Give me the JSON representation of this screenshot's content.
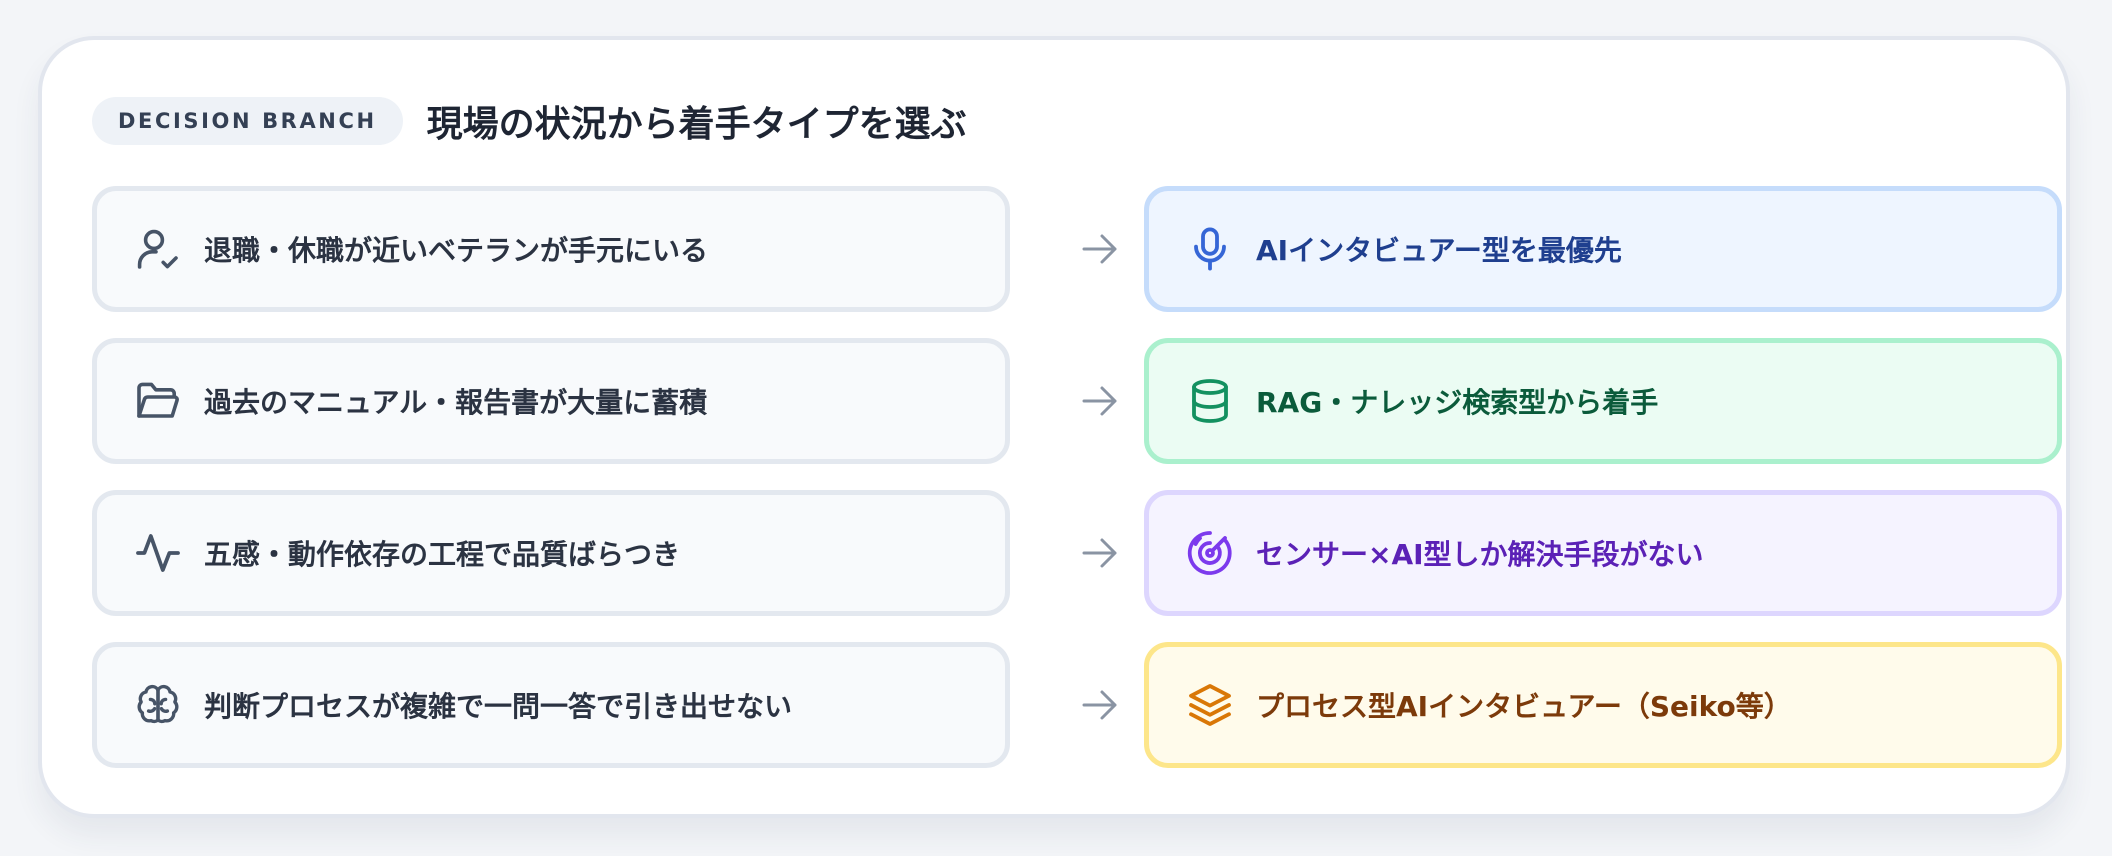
{
  "header": {
    "tag": "DECISION BRANCH",
    "title": "現場の状況から着手タイプを選ぶ"
  },
  "rows": [
    {
      "situation": "退職・休職が近いベテランが手元にいる",
      "situation_icon": "user-check-icon",
      "recommendation": "AIインタビュアー型を最優先",
      "recommendation_icon": "microphone-icon",
      "colors": {
        "bg": "#eef5ff",
        "border": "#c5dcfb",
        "text": "#1f3f8f",
        "icon": "#3566d6"
      }
    },
    {
      "situation": "過去のマニュアル・報告書が大量に蓄積",
      "situation_icon": "folder-open-icon",
      "recommendation": "RAG・ナレッジ検索型から着手",
      "recommendation_icon": "database-icon",
      "colors": {
        "bg": "#ebfcf3",
        "border": "#aaf0cd",
        "text": "#0b5b3b",
        "icon": "#139160"
      }
    },
    {
      "situation": "五感・動作依存の工程で品質ばらつき",
      "situation_icon": "activity-pulse-icon",
      "recommendation": "センサー×AI型しか解決手段がない",
      "recommendation_icon": "radar-icon",
      "colors": {
        "bg": "#f5f3ff",
        "border": "#ddd6fe",
        "text": "#5b21b6",
        "icon": "#7c3aed"
      }
    },
    {
      "situation": "判断プロセスが複雑で一問一答で引き出せない",
      "situation_icon": "brain-icon",
      "recommendation": "プロセス型AIインタビュアー（Seiko等）",
      "recommendation_icon": "layers-icon",
      "colors": {
        "bg": "#fffbeb",
        "border": "#fde68a",
        "text": "#7c3a0a",
        "icon": "#d97706"
      }
    }
  ],
  "colors": {
    "card_border": "#e2e6ee",
    "left_box_border": "#e3e8ef",
    "left_text": "#2b3342",
    "arrow": "#8a94a3"
  }
}
